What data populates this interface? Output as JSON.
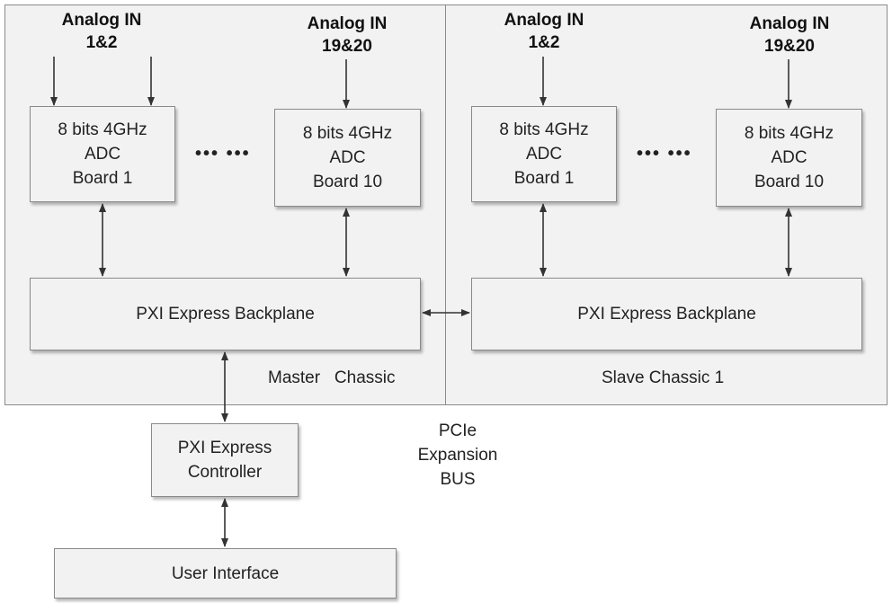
{
  "master": {
    "label": "Master   Chassic",
    "input_left": {
      "line1": "Analog IN",
      "line2": "1&2"
    },
    "input_right": {
      "line1": "Analog IN",
      "line2": "19&20"
    },
    "adc_first": {
      "line1": "8 bits 4GHz",
      "line2": "ADC",
      "line3": "Board 1"
    },
    "adc_last": {
      "line1": "8 bits 4GHz",
      "line2": "ADC",
      "line3": "Board 10"
    },
    "ellipsis": "••• •••",
    "backplane": "PXI Express Backplane"
  },
  "slave": {
    "label": "Slave Chassic 1",
    "input_left": {
      "line1": "Analog IN",
      "line2": "1&2"
    },
    "input_right": {
      "line1": "Analog IN",
      "line2": "19&20"
    },
    "adc_first": {
      "line1": "8 bits 4GHz",
      "line2": "ADC",
      "line3": "Board 1"
    },
    "adc_last": {
      "line1": "8 bits 4GHz",
      "line2": "ADC",
      "line3": "Board 10"
    },
    "ellipsis": "••• •••",
    "backplane": "PXI Express Backplane"
  },
  "controller": {
    "line1": "PXI Express",
    "line2": "Controller"
  },
  "bus": {
    "line1": "PCIe",
    "line2": "Expansion",
    "line3": "BUS"
  },
  "user_interface": "User Interface",
  "colors": {
    "panel_fill": "#f2f2f2",
    "border": "#8a8a8a",
    "arrow": "#333333"
  }
}
